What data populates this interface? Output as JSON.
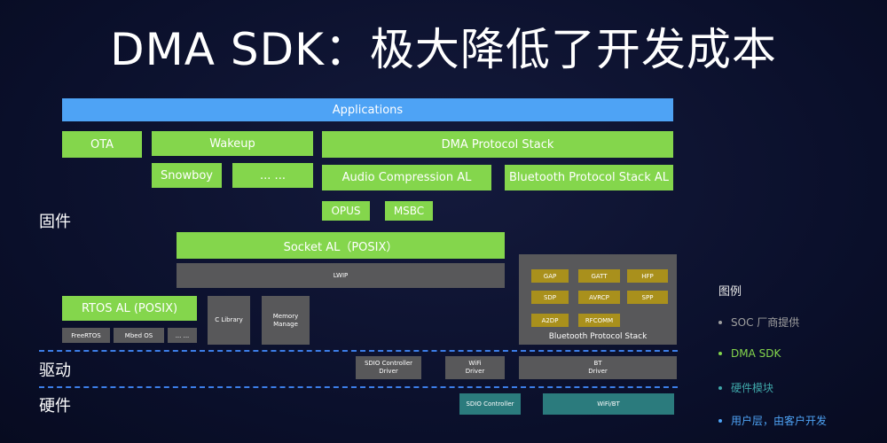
{
  "title": "DMA SDK：极大降低了开发成本",
  "layers": {
    "firmware": "固件",
    "driver": "驱动",
    "hardware": "硬件"
  },
  "boxes": {
    "applications": "Applications",
    "ota": "OTA",
    "wakeup": "Wakeup",
    "dma_protocol_stack": "DMA Protocol Stack",
    "snowboy": "Snowboy",
    "ellipsis_wakeup": "... ...",
    "audio_compression_al": "Audio Compression AL",
    "bluetooth_protocol_stack_al": "Bluetooth Protocol Stack AL",
    "opus": "OPUS",
    "msbc": "MSBC",
    "socket_al": "Socket AL（POSIX）",
    "lwip": "LWIP",
    "rtos_al": "RTOS AL (POSIX)",
    "freertos": "FreeRTOS",
    "mbed_os": "Mbed OS",
    "ellipsis_rtos": "... ...",
    "c_library": "C Library",
    "memory_manage": "Memory Manage",
    "sdio_controller_driver": "SDIO Controller Driver",
    "wifi_driver": "WiFi\nDriver",
    "bt_driver": "BT\nDriver",
    "sdio_controller": "SDIO Controller",
    "wifi_bt": "WiFi/BT"
  },
  "bt_stack": {
    "label": "Bluetooth Protocol Stack",
    "items": [
      "GAP",
      "GATT",
      "HFP",
      "SDP",
      "AVRCP",
      "SPP",
      "A2DP",
      "RFCOMM"
    ]
  },
  "legend": {
    "title": "图例",
    "items": [
      {
        "label": "SOC 厂商提供",
        "color": "#a0a0a0"
      },
      {
        "label": "DMA SDK",
        "color": "#84d64c"
      },
      {
        "label": "硬件模块",
        "color": "#3fa7a9"
      },
      {
        "label": "用户层，由客户开发",
        "color": "#4ea3f5"
      }
    ]
  },
  "colors": {
    "application_blue": "#4ea3f5",
    "sdk_green": "#84d64c",
    "soc_gray": "#58585a",
    "bt_gold": "#a9901c",
    "hardware_teal": "#2b7b7d",
    "divider_blue": "#3c7ee8"
  }
}
